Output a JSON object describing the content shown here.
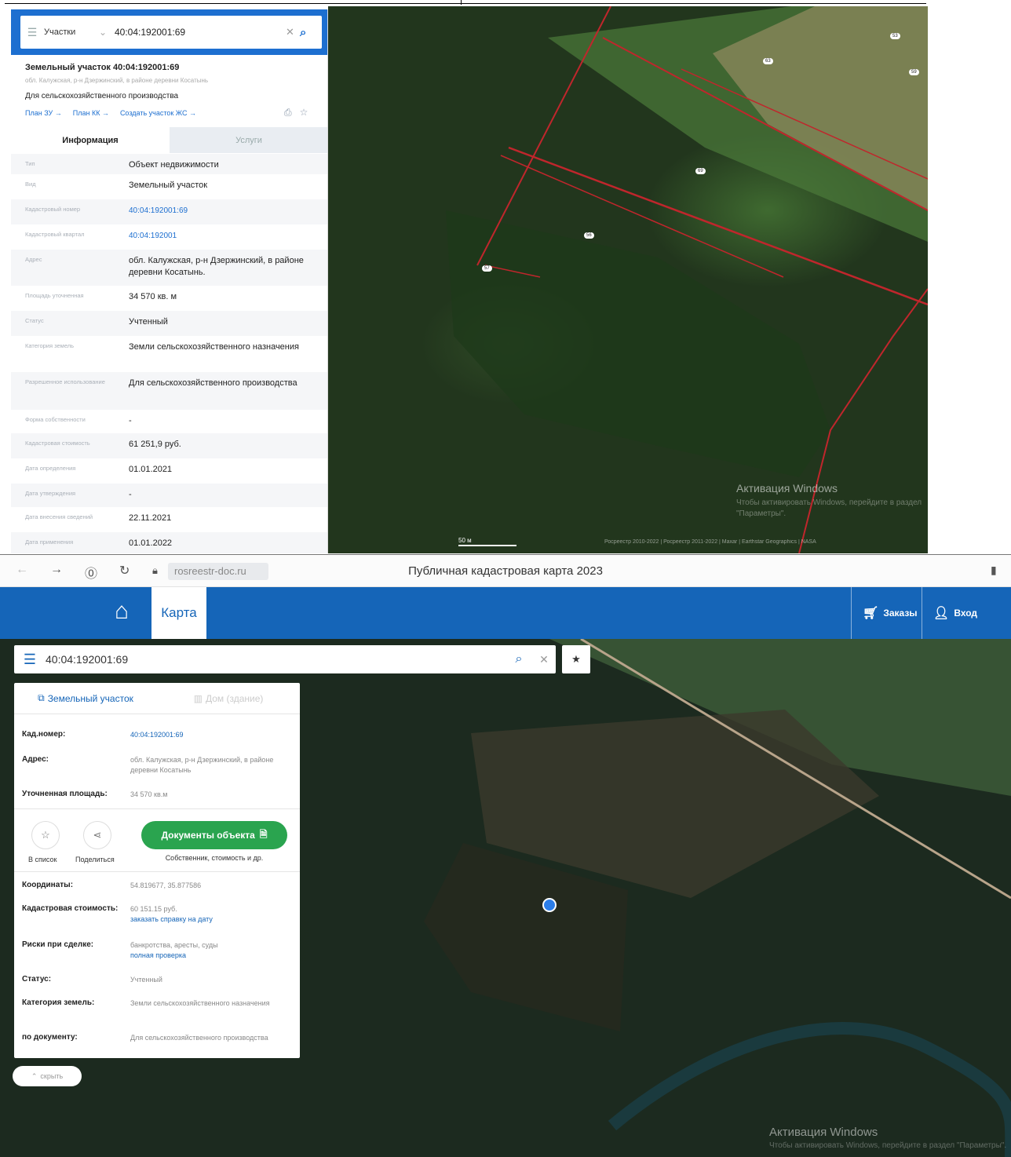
{
  "top": {
    "search": {
      "type_label": "Участки",
      "value": "40:04:192001:69"
    },
    "parcel": {
      "title": "Земельный участок 40:04:192001:69",
      "address_short": "обл. Калужская, р-н Дзержинский, в районе деревни Косатынь",
      "purpose": "Для сельскохозяйственного производства",
      "links": [
        "План ЗУ →",
        "План КК →",
        "Создать участок ЖС →"
      ]
    },
    "tabs": {
      "info": "Информация",
      "services": "Услуги"
    },
    "rows": [
      {
        "k": "Тип",
        "v": "Объект недвижимости"
      },
      {
        "k": "Вид",
        "v": "Земельный участок"
      },
      {
        "k": "Кадастровый номер",
        "v": "40:04:192001:69"
      },
      {
        "k": "Кадастровый квартал",
        "v": "40:04:192001"
      },
      {
        "k": "Адрес",
        "v": "обл. Калужская, р-н Дзержинский, в районе деревни Косатынь."
      },
      {
        "k": "Площадь уточненная",
        "v": "34 570 кв. м"
      },
      {
        "k": "Статус",
        "v": "Учтенный"
      },
      {
        "k": "Категория земель",
        "v": "Земли сельскохозяйственного назначения"
      },
      {
        "k": "Разрешенное использование",
        "v": "Для сельскохозяйственного производства"
      },
      {
        "k": "Форма собственности",
        "v": "-"
      },
      {
        "k": "Кадастровая стоимость",
        "v": "61 251,9 руб."
      },
      {
        "k": "Дата определения",
        "v": "01.01.2021"
      },
      {
        "k": "Дата утверждения",
        "v": "-"
      },
      {
        "k": "Дата внесения сведений",
        "v": "22.11.2021"
      },
      {
        "k": "Дата применения",
        "v": "01.01.2022"
      }
    ],
    "map_labels": [
      "53",
      "63",
      "69",
      "56",
      "57",
      "59"
    ],
    "watermark": "Активация Windows",
    "watermark_sub": "Чтобы активировать Windows, перейдите в раздел \"Параметры\".",
    "scale": "50 м",
    "attribution": "Росреестр 2010-2022 | Росреестр 2011-2022 | Maxar | Earthstar Geographics | NASA"
  },
  "bottom": {
    "browser": {
      "url": "rosreestr-doc.ru",
      "title": "Публичная кадастровая карта 2023"
    },
    "appbar": {
      "tab": "Карта",
      "orders": "Заказы",
      "login": "Вход"
    },
    "search": {
      "value": "40:04:192001:69"
    },
    "tabs": {
      "parcel": "Земельный участок",
      "building": "Дом (здание)"
    },
    "kad_number": {
      "k": "Кад.номер:",
      "v": "40:04:192001:69"
    },
    "address": {
      "k": "Адрес:",
      "v": "обл. Калужская, р-н Дзержинский, в районе деревни Косатынь"
    },
    "area": {
      "k": "Уточненная площадь:",
      "v": "34 570 кв.м"
    },
    "actions": {
      "list": "В список",
      "share": "Поделиться"
    },
    "docs": {
      "button": "Документы объекта",
      "sub": "Собственник, стоимость и др."
    },
    "coords": {
      "k": "Координаты:",
      "v": "54.819677, 35.877586"
    },
    "cost": {
      "k": "Кадастровая стоимость:",
      "v": "60 151.15 руб.",
      "link": "заказать справку на дату"
    },
    "risks": {
      "k": "Риски при сделке:",
      "v": "банкротства, аресты, суды",
      "link": "полная проверка"
    },
    "status": {
      "k": "Статус:",
      "v": "Учтенный"
    },
    "category": {
      "k": "Категория земель:",
      "v": "Земли сельскохозяйственного назначения"
    },
    "by_doc": {
      "k": "по документу:",
      "v": "Для сельскохозяйственного производства"
    },
    "hide": "скрыть",
    "watermark": "Активация Windows",
    "watermark_sub": "Чтобы активировать Windows, перейдите в раздел \"Параметры\"."
  },
  "colors": {
    "primary_top": "#1d6fd0",
    "primary_bottom": "#1565b8",
    "docs_green": "#2aa44f",
    "boundary_red": "#c0262c"
  }
}
